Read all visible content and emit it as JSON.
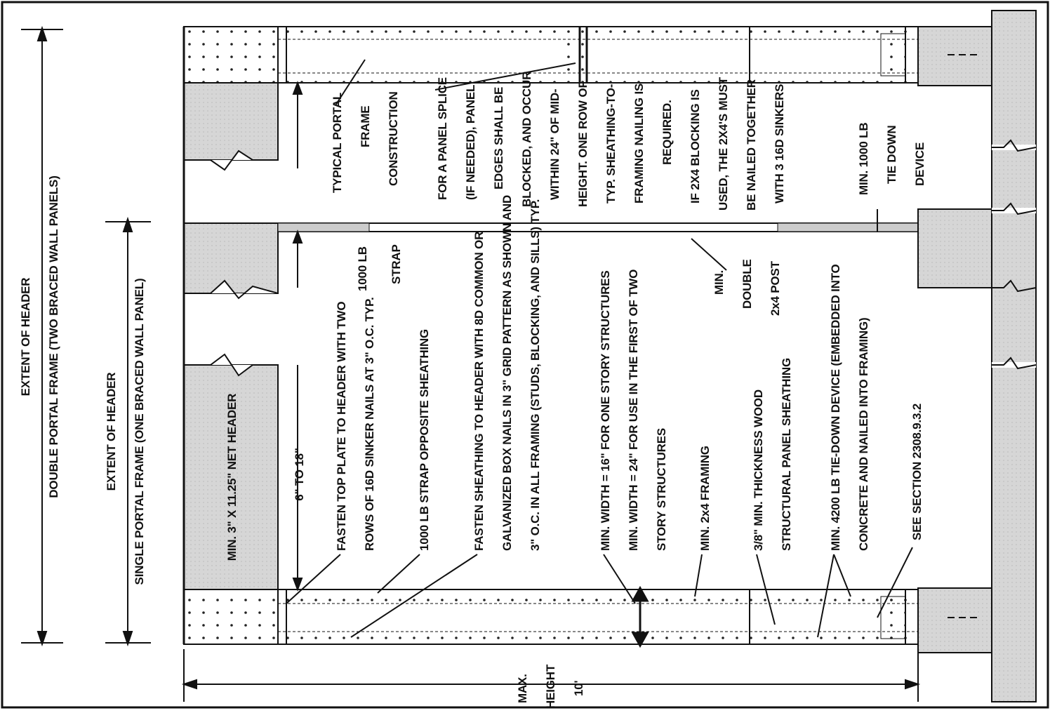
{
  "labels": {
    "extent_header_double_1": "EXTENT OF HEADER",
    "extent_header_double_2": "DOUBLE PORTAL FRAME (TWO BRACED WALL PANELS)",
    "extent_header_single_1": "EXTENT OF HEADER",
    "extent_header_single_2": "SINGLE PORTAL FRAME (ONE BRACED WALL PANEL)",
    "net_header": "MIN. 3\" X 11.25\" NET HEADER",
    "six_to_18": "6\" TO 18\"",
    "fasten_top_1": "FASTEN TOP PLATE TO HEADER WITH TWO",
    "fasten_top_2": "ROWS OF 16D SINKER NAILS AT 3\" O.C. TYP.",
    "strap_opposite": "1000 LB STRAP OPPOSITE SHEATHING",
    "fasten_sheath_1": "FASTEN SHEATHING TO HEADER WITH 8D COMMON OR",
    "fasten_sheath_2": "GALVANIZED BOX NAILS IN 3\" GRID PATTERN AS SHOWN AND",
    "fasten_sheath_3": "3\" O.C. IN ALL FRAMING (STUDS, BLOCKING, AND SILLS) TYP.",
    "min_width_1": "MIN. WIDTH = 16\" FOR ONE STORY STRUCTURES",
    "min_width_2": "MIN. WIDTH = 24\" FOR USE IN THE FIRST OF TWO",
    "min_width_3": "STORY STRUCTURES",
    "min_framing": "MIN. 2x4 FRAMING",
    "sheathing_1": "3/8\" MIN. THICKNESS WOOD",
    "sheathing_2": "STRUCTURAL PANEL SHEATHING",
    "tiedown_1": "MIN. 4200 LB TIE-DOWN DEVICE (EMBEDDED INTO",
    "tiedown_2": "CONCRETE AND NAILED INTO FRAMING)",
    "see_section": "SEE SECTION 2308.9.3.2",
    "strap_1000_1": "1000 LB",
    "strap_1000_2": "STRAP",
    "min_double_1": "MIN.",
    "min_double_2": "DOUBLE",
    "min_double_3": "2x4 POST",
    "typical_1": "TYPICAL PORTAL",
    "typical_2": "FRAME",
    "typical_3": "CONSTRUCTION",
    "splice_1": "FOR A PANEL SPLICE",
    "splice_2": "(IF NEEDED), PANEL",
    "splice_3": "EDGES SHALL BE",
    "splice_4": "BLOCKED, AND OCCUR",
    "splice_5": "WITHIN 24\" OF MID-",
    "splice_6": "HEIGHT. ONE ROW OF",
    "splice_7": "TYP. SHEATHING-TO-",
    "splice_8": "FRAMING NAILING IS",
    "splice_9": "REQUIRED.",
    "splice_10": "IF 2X4 BLOCKING IS",
    "splice_11": "USED, THE 2X4'S MUST",
    "splice_12": "BE NAILED TOGETHER",
    "splice_13": "WITH 3 16D SINKERS",
    "tiedown1000_1": "MIN. 1000 LB",
    "tiedown1000_2": "TIE DOWN",
    "tiedown1000_3": "DEVICE",
    "max_height_1": "MAX.",
    "max_height_2": "HEIGHT",
    "max_height_3": "10'"
  }
}
